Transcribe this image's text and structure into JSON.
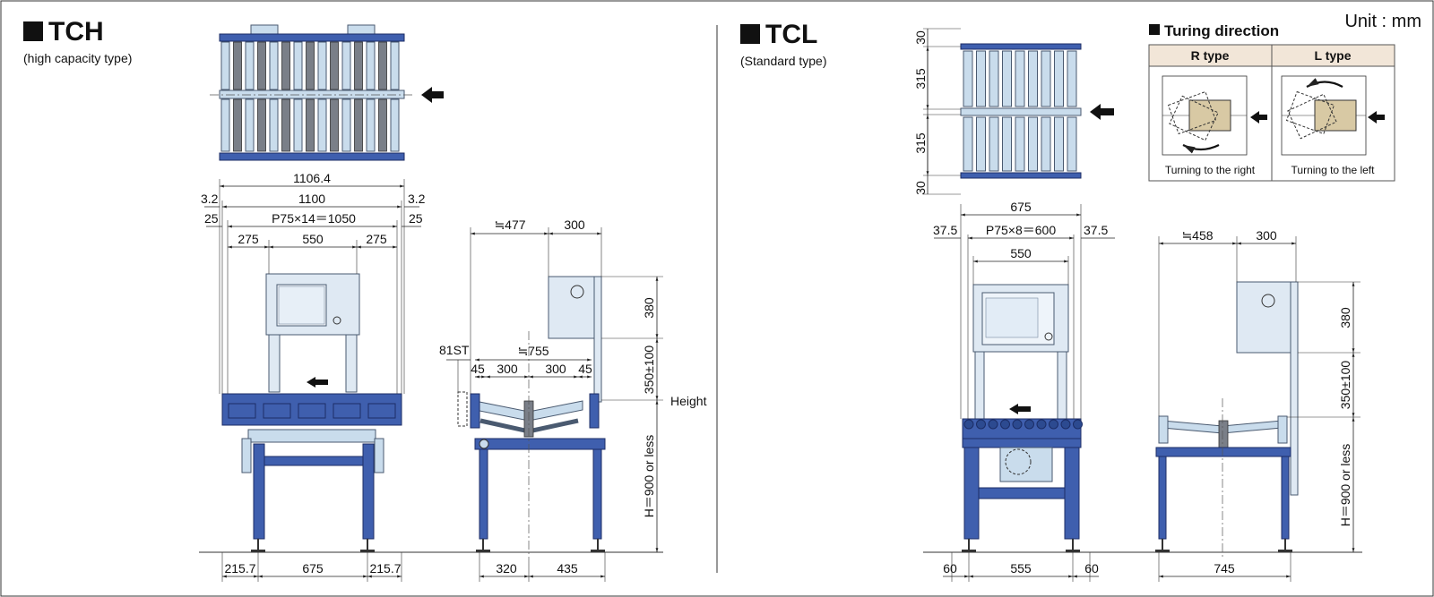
{
  "header": {
    "unit": "Unit : mm"
  },
  "tch": {
    "title": "TCH",
    "subtitle": "(high capacity type)",
    "dims": {
      "overall_width": "1106.4",
      "width": "1100",
      "left_offset_a": "3.2",
      "right_offset_a": "3.2",
      "left_offset_b": "25",
      "right_offset_b": "25",
      "pitch": "P75×14＝1050",
      "seg_left": "275",
      "seg_mid": "550",
      "seg_right": "275",
      "base_left": "215.7",
      "base_mid": "675",
      "base_right": "215.7",
      "side_depth_a": "≒477",
      "side_depth_b": "300",
      "side_stroke": "81ST",
      "side_span": "≒755",
      "side_45_left": "45",
      "side_300_left": "300",
      "side_300_right": "300",
      "side_45_right": "45",
      "panel_height": "380",
      "adj_height": "350±100",
      "height_label": "Height",
      "floor_height": "H＝900 or less",
      "base_side_left": "320",
      "base_side_right": "435"
    }
  },
  "tcl": {
    "title": "TCL",
    "subtitle": "(Standard type)",
    "dims": {
      "top_30a": "30",
      "top_315a": "315",
      "top_315b": "315",
      "top_30b": "30",
      "overall_width": "675",
      "left_offset": "37.5",
      "right_offset": "37.5",
      "pitch": "P75×8＝600",
      "inner": "550",
      "side_depth_a": "≒458",
      "side_depth_b": "300",
      "panel_height": "380",
      "adj_height": "350±100",
      "floor_height": "H＝900 or less",
      "base_left": "60",
      "base_mid": "555",
      "base_right": "60",
      "base_side": "745"
    }
  },
  "turning": {
    "title": "Turing direction",
    "r_type": "R type",
    "l_type": "L type",
    "r_caption": "Turning to the right",
    "l_caption": "Turning to the left"
  }
}
